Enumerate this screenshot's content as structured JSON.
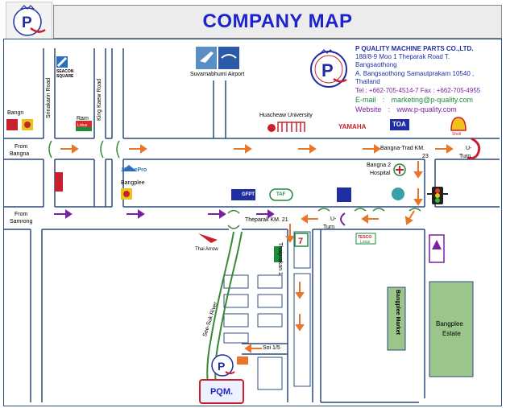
{
  "header": {
    "title": "COMPANY MAP",
    "title_color": "#1d24c9"
  },
  "company": {
    "name": "P QUALITY MACHINE  PARTS CO.,LTD.",
    "address_1": "188/8-9  Moo 1 Theparak Road  T.",
    "address_2": "Bangsaothong",
    "address_3": "A. Bangsaothong  Samautprakarn  10540 ,",
    "address_4": "Thailand",
    "tel_fax": "Tel : +662-705-4514-7      Fax : +662-705-4955",
    "email_label": "E-mail",
    "email_sep": ":",
    "email": "marketing@p-quality.com",
    "website_label": "Website",
    "website_sep": ":",
    "website": "www.p-quality.com"
  },
  "roads": {
    "srinakarin": "Srinakarin Road",
    "king_kaew": "King Kaew Road",
    "bangna_trad": "Bangna-Trad  KM.",
    "bangna_trad_km": "23",
    "theparak": "Theparak  KM. 21",
    "thaiprakan": "Thaiprakan 1",
    "soi": "Soi  1/5",
    "river": "See-Suk  River"
  },
  "places": {
    "bangna": "Bangn",
    "ram": "Ram",
    "seacon": "SEACON SQUARE",
    "airport": "Suvarnabhumi Airport",
    "huacheaw": "Huacheaw University",
    "yamaha": "YAMAHA",
    "toa": "TOA",
    "shell": "Shell",
    "homepro": "HomePro",
    "bangplee": "Bangplee",
    "bangna2_1": "Bangna 2",
    "bangna2_2": "Hospital",
    "thai_arrow": "Thai Arrow",
    "bangplee_market": "Bangplee Market",
    "bangplee_estate_1": "Bangplee",
    "bangplee_estate_2": "Estate",
    "tesco": "TESCO",
    "lotus": "Lotus",
    "gfpt": "GFPT",
    "taf": "TAF"
  },
  "labels": {
    "from_bangna_1": "From",
    "from_bangna_2": "Bangna",
    "from_samrong_1": "From",
    "from_samrong_2": "Samrong",
    "uturn_1_a": "U-",
    "uturn_1_b": "Turn",
    "uturn_2_a": "U-",
    "uturn_2_b": "Turn"
  },
  "destination": {
    "label": "PQM."
  },
  "colors": {
    "road": "#2b4c7e",
    "arrow_orange": "#e8762a",
    "arrow_purple": "#7a1fa1",
    "river": "#3a8a3a",
    "green_sign": "#1e8a3a",
    "accent_red": "#c8202c"
  }
}
